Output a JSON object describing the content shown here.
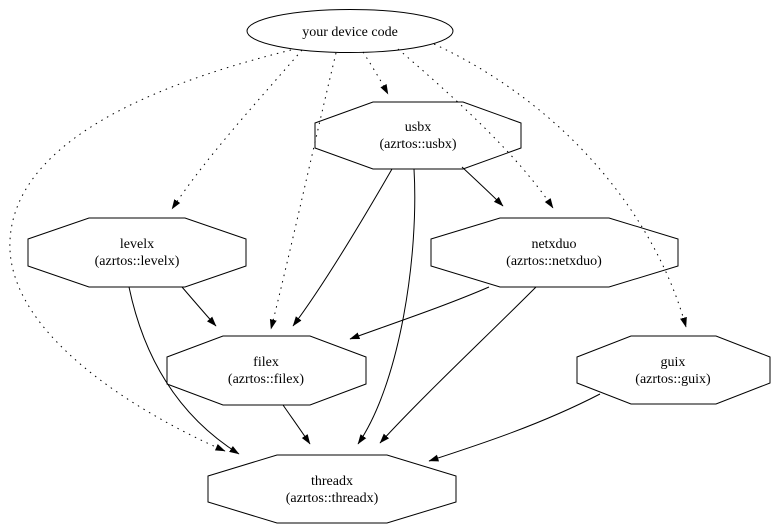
{
  "diagram": {
    "type": "dependency-graph",
    "background": "#ffffff",
    "stroke_color": "#000000",
    "text_color": "#000000",
    "nodes": [
      {
        "id": "device",
        "label": "your device code",
        "sublabel": "",
        "shape": "ellipse"
      },
      {
        "id": "usbx",
        "label": "usbx",
        "sublabel": "(azrtos::usbx)",
        "shape": "octagon"
      },
      {
        "id": "levelx",
        "label": "levelx",
        "sublabel": "(azrtos::levelx)",
        "shape": "octagon"
      },
      {
        "id": "netxduo",
        "label": "netxduo",
        "sublabel": "(azrtos::netxduo)",
        "shape": "octagon"
      },
      {
        "id": "filex",
        "label": "filex",
        "sublabel": "(azrtos::filex)",
        "shape": "octagon"
      },
      {
        "id": "guix",
        "label": "guix",
        "sublabel": "(azrtos::guix)",
        "shape": "octagon"
      },
      {
        "id": "threadx",
        "label": "threadx",
        "sublabel": "(azrtos::threadx)",
        "shape": "octagon"
      }
    ],
    "edges": [
      {
        "from": "device",
        "to": "usbx",
        "style": "dotted"
      },
      {
        "from": "device",
        "to": "levelx",
        "style": "dotted"
      },
      {
        "from": "device",
        "to": "netxduo",
        "style": "dotted"
      },
      {
        "from": "device",
        "to": "filex",
        "style": "dotted"
      },
      {
        "from": "device",
        "to": "guix",
        "style": "dotted"
      },
      {
        "from": "device",
        "to": "threadx",
        "style": "dotted"
      },
      {
        "from": "usbx",
        "to": "netxduo",
        "style": "solid"
      },
      {
        "from": "usbx",
        "to": "filex",
        "style": "solid"
      },
      {
        "from": "usbx",
        "to": "threadx",
        "style": "solid"
      },
      {
        "from": "levelx",
        "to": "filex",
        "style": "solid"
      },
      {
        "from": "levelx",
        "to": "threadx",
        "style": "solid"
      },
      {
        "from": "netxduo",
        "to": "filex",
        "style": "solid"
      },
      {
        "from": "netxduo",
        "to": "threadx",
        "style": "solid"
      },
      {
        "from": "filex",
        "to": "threadx",
        "style": "solid"
      },
      {
        "from": "guix",
        "to": "threadx",
        "style": "solid"
      }
    ]
  }
}
